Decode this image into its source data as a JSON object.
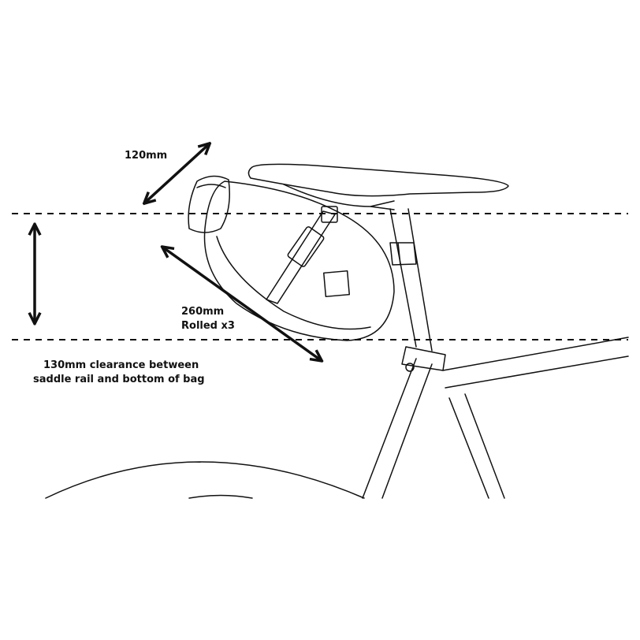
{
  "labels": {
    "width": "120mm",
    "length": "260mm",
    "length_note": "Rolled x3",
    "clearance_line1": "130mm clearance between",
    "clearance_line2": "saddle rail and bottom of bag"
  },
  "colors": {
    "line": "#111111",
    "background": "#ffffff"
  }
}
